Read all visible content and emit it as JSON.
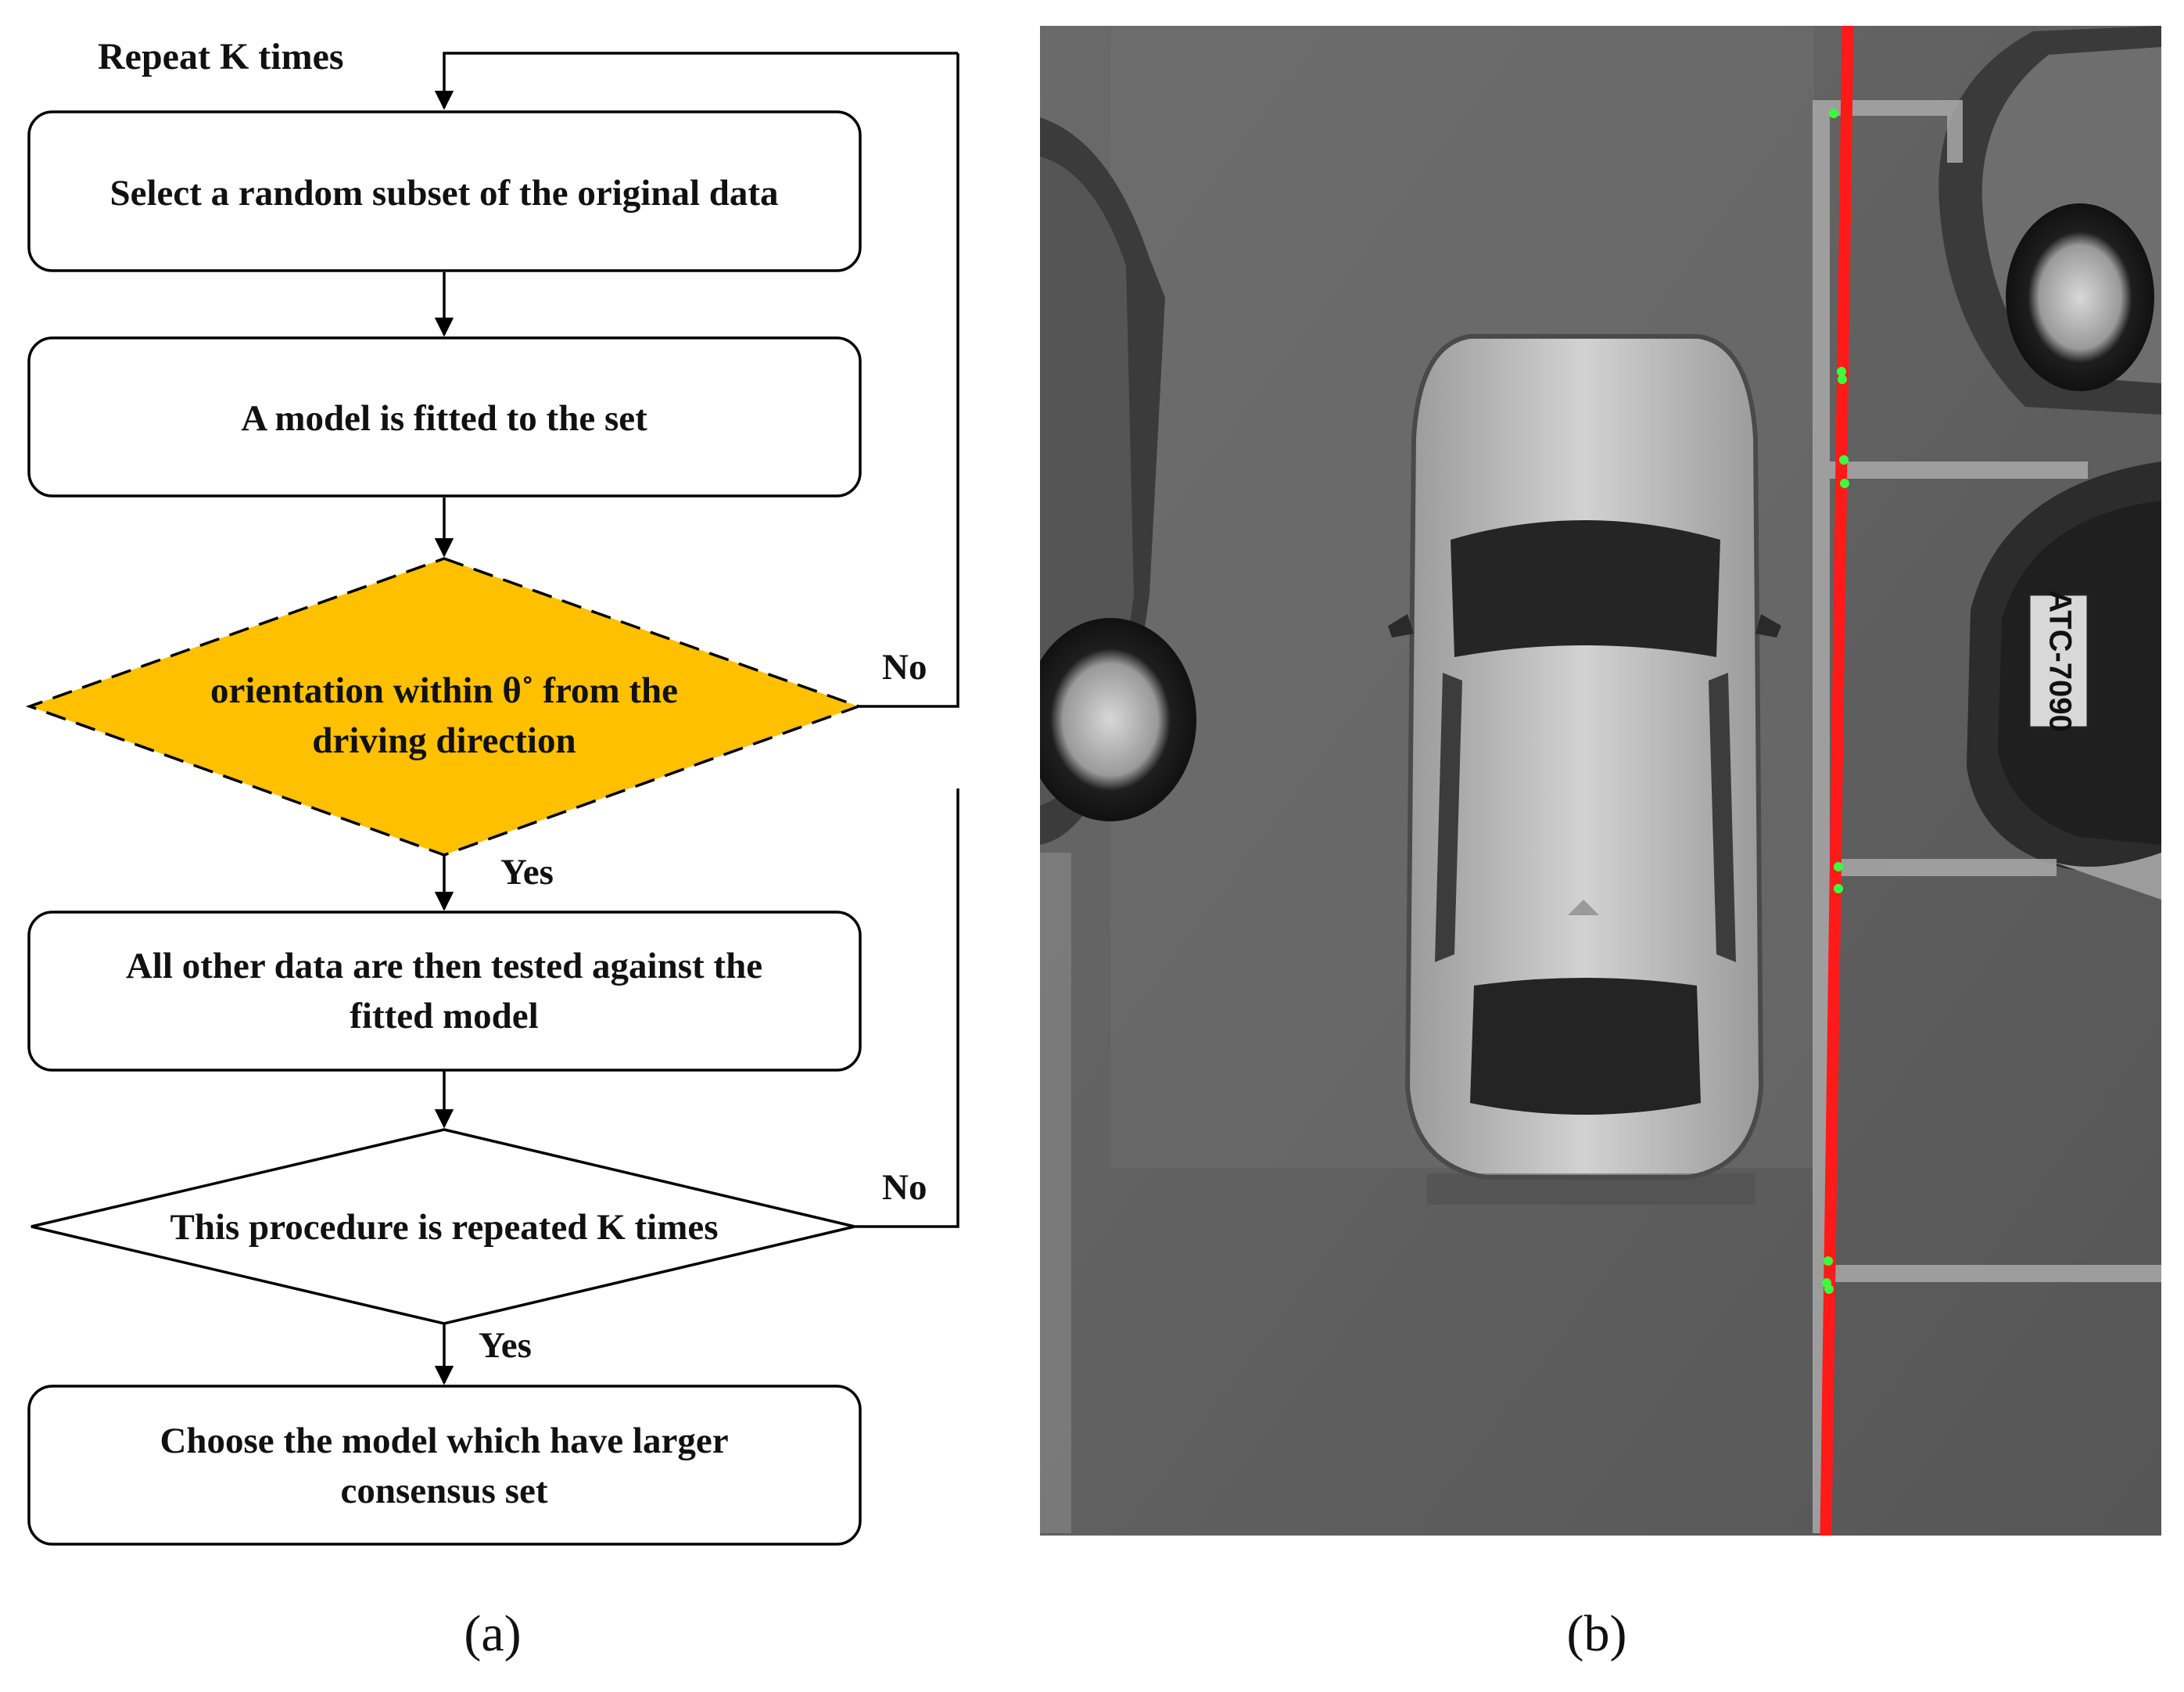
{
  "panel_a": {
    "loop_label": "Repeat K times",
    "step_select": "Select a random subset of the original data",
    "step_fit": "A model is fitted to the set",
    "decision_orientation": [
      "orientation within θ˚ from the",
      "driving direction"
    ],
    "step_test": [
      "All other data are then tested against the",
      "fitted model"
    ],
    "decision_repeat": "This procedure is repeated K times",
    "step_choose": [
      "Choose the model which have larger",
      "consensus set"
    ],
    "yes_label": "Yes",
    "no_label": "No",
    "caption": "(a)"
  },
  "panel_b": {
    "plate_text": "ATC-7090",
    "caption": "(b)"
  },
  "colors": {
    "decision_fill": "#FFC000",
    "fitted_line": "#ff1a1a",
    "inlier_points": "#3cff3c",
    "photo_background": "#5f5f5f"
  }
}
